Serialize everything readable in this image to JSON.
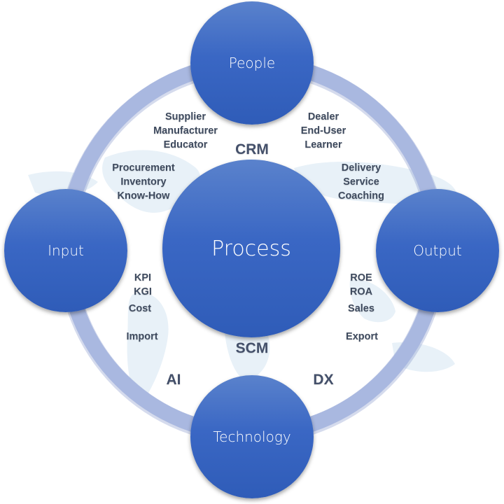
{
  "colors": {
    "node": "#3a67c4",
    "ring": "#a9b8e0",
    "text": "#3e4a5e",
    "map": "#e6f0f8"
  },
  "nodes": {
    "people": "People",
    "input": "Input",
    "process": "Process",
    "output": "Output",
    "technology": "Technology"
  },
  "labels": {
    "top_left": [
      "Supplier",
      "Manufacturer",
      "Educator"
    ],
    "top_right": [
      "Dealer",
      "End-User",
      "Learner"
    ],
    "mid_left": [
      "Procurement",
      "Inventory",
      "Know-How"
    ],
    "mid_right": [
      "Delivery",
      "Service",
      "Coaching"
    ],
    "crm": "CRM",
    "scm": "SCM",
    "low_left": [
      "KPI",
      "KGI",
      "Cost"
    ],
    "low_right": [
      "ROE",
      "ROA",
      "Sales"
    ],
    "import": "Import",
    "export": "Export",
    "ai": "AI",
    "dx": "DX"
  }
}
